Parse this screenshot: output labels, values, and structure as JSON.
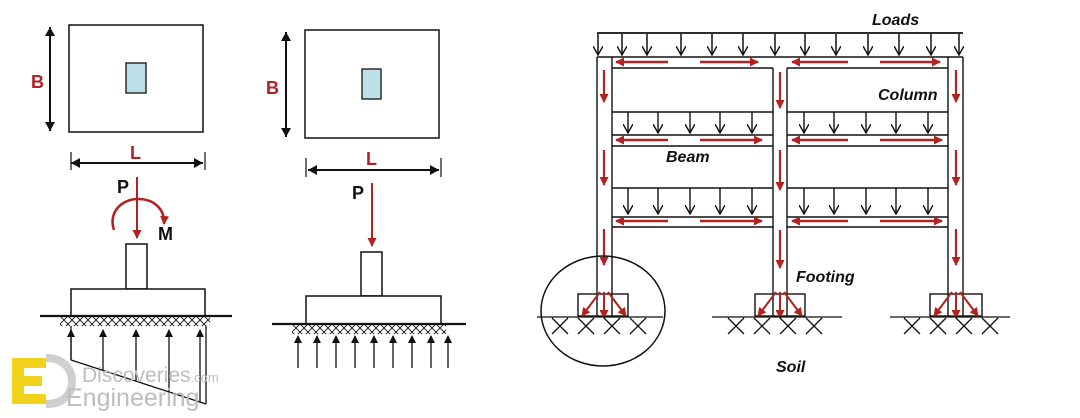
{
  "colors": {
    "accent_red": "#b22222",
    "ink": "#111111",
    "column_fill": "#bde0e8",
    "logo_yellow": "#f2d21a",
    "watermark_grey": "#bdbdbd"
  },
  "footing_a": {
    "dim_b": "B",
    "dim_l": "L",
    "load_p": "P",
    "moment_m": "M"
  },
  "footing_b": {
    "dim_b": "B",
    "dim_l": "L",
    "load_p": "P"
  },
  "frame": {
    "loads_label": "Loads",
    "column_label": "Column",
    "beam_label": "Beam",
    "footing_label": "Footing",
    "soil_label": "Soil"
  },
  "watermark": {
    "site": "Discoveries",
    "tld": ".com",
    "brand": "Engineering"
  }
}
